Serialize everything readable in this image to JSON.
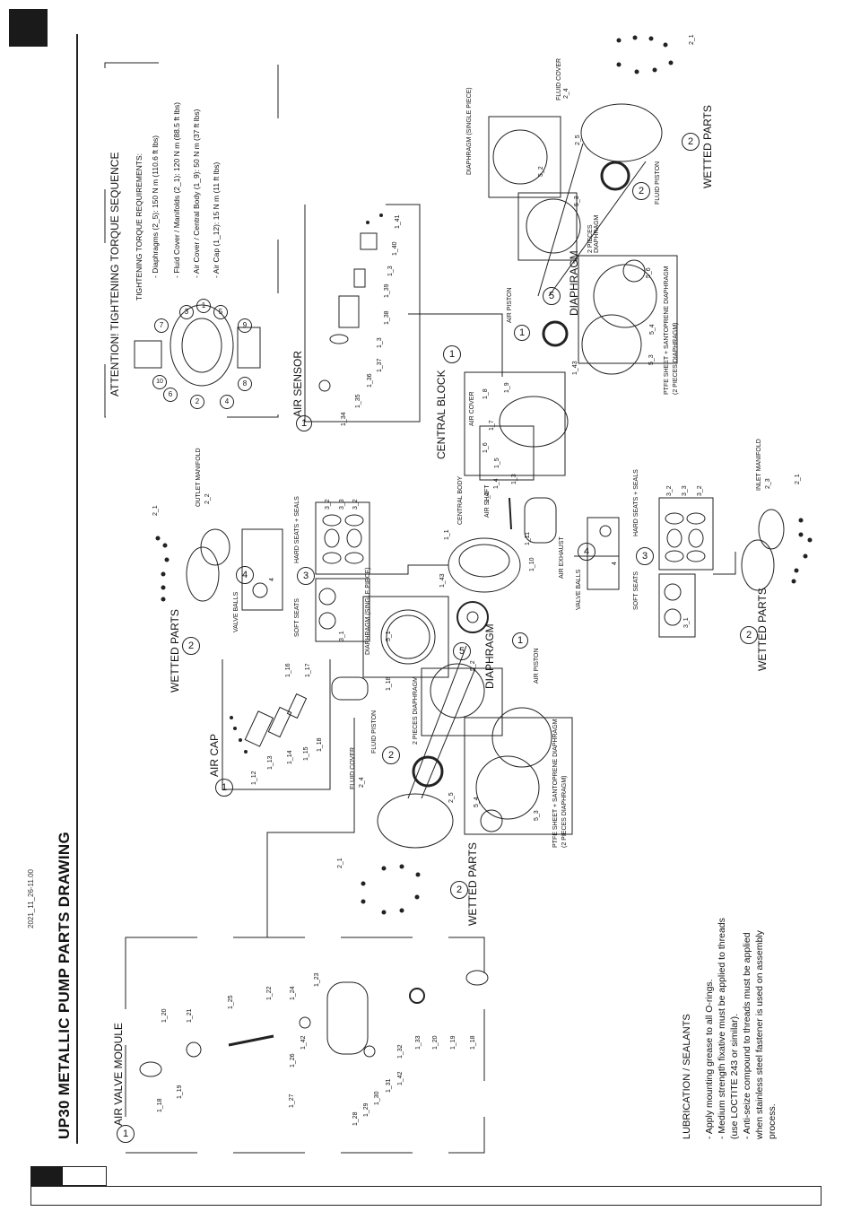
{
  "header": {
    "title": "UP30 METALLIC PUMP PARTS DRAWING",
    "date": "2021_11_26-11.00"
  },
  "torque": {
    "title": "ATTENTION! TIGHTENING TORQUE SEQUENCE",
    "req_title": "TIGHTENING TORQUE REQUIREMENTS:",
    "items": [
      "- Diaphragms (2_5): 150 N m (110.6 ft lbs)",
      "- Fluid Cover / Manifolds (2_1): 120 N m (88.5 ft lbs)",
      "- Air Cover / Central Body (1_9): 50 N m (37 ft lbs)",
      "- Air Cap (1_12): 15 N m (11 ft lbs)"
    ],
    "sequence": [
      "1",
      "2",
      "3",
      "4",
      "5",
      "6",
      "7",
      "8",
      "9",
      "10"
    ]
  },
  "groups": {
    "air_valve_module": "AIR VALVE MODULE",
    "air_cap": "AIR CAP",
    "air_sensor": "AIR SENSOR",
    "central_block": "CENTRAL BLOCK",
    "diaphragm": "DIAPHRAGM",
    "wetted_parts": "WETTED PARTS"
  },
  "badges": {
    "one": "1",
    "two": "2",
    "three": "3",
    "four": "4",
    "five": "5"
  },
  "part_labels": {
    "outlet_manifold": "OUTLET MANIFOLD",
    "inlet_manifold": "INLET MANIFOLD",
    "fluid_cover": "FLUID COVER",
    "fluid_piston": "FLUID PISTON",
    "valve_balls": "VALVE BALLS",
    "soft_seats": "SOFT SEATS",
    "hard_seats": "HARD SEATS + SEALS",
    "diaphragm_single": "DIAPHRAGM (SINGLE PIECE)",
    "two_pieces_diaphragm": "2 PIECES DIAPHRAGM",
    "ptfe_sheet": "PTFE SHEET + SANTOPRENE DIAPHRAGM",
    "ptfe_sheet_sub": "(2 PIECES DIAPHRAGM)",
    "air_piston": "AIR PISTON",
    "air_cover": "AIR COVER",
    "air_shaft": "AIR SHAFT",
    "central_body": "CENTRAL BODY",
    "air_exhaust": "AIR EXHAUST"
  },
  "part_numbers": {
    "air_valve": [
      "1_18",
      "1_19",
      "1_20",
      "1_21",
      "1_25",
      "1_22",
      "1_24",
      "1_23",
      "1_26",
      "1_42",
      "1_27",
      "1_28",
      "1_29",
      "1_30",
      "1_31",
      "1_42",
      "1_32",
      "1_33",
      "1_20",
      "1_19",
      "1_18"
    ],
    "air_cap": [
      "1_12",
      "1_13",
      "1_14",
      "1_15",
      "1_16",
      "1_17",
      "1_18",
      "1_18"
    ],
    "air_sensor": [
      "1_34",
      "1_35",
      "1_36",
      "1_37",
      "1_3",
      "1_38",
      "1_39",
      "1_3",
      "1_40",
      "1_41"
    ],
    "central": [
      "1_1",
      "1_2",
      "1_3",
      "1_4",
      "1_5",
      "1_6",
      "1_7",
      "1_8",
      "1_9",
      "1_10",
      "1_11",
      "1_43",
      "1_43"
    ],
    "wetted": [
      "2_1",
      "2_2",
      "2_3",
      "2_4",
      "2_5",
      "2_1",
      "2_4",
      "2_5",
      "2_1",
      "2_3",
      "2_1"
    ],
    "seats": [
      "3_1",
      "3_2",
      "3_3",
      "3_2",
      "3_1",
      "3_2",
      "3_3",
      "3_2"
    ],
    "balls": [
      "4",
      "4"
    ],
    "diaphragm": [
      "5_1",
      "5_2",
      "5_3",
      "5_4",
      "5_3",
      "5_4",
      "5_2",
      "5_6",
      "5_3"
    ]
  },
  "lubrication": {
    "title": "LUBRICATION / SEALANTS",
    "lines": [
      "- Apply mounting grease to all O-rings.",
      "- Medium strength fixative must be applied to threads (use LOCTITE 243 or similar).",
      "- Anti-seize compound to threads must be applied when stainless steel fastener is used on assembly process."
    ]
  }
}
